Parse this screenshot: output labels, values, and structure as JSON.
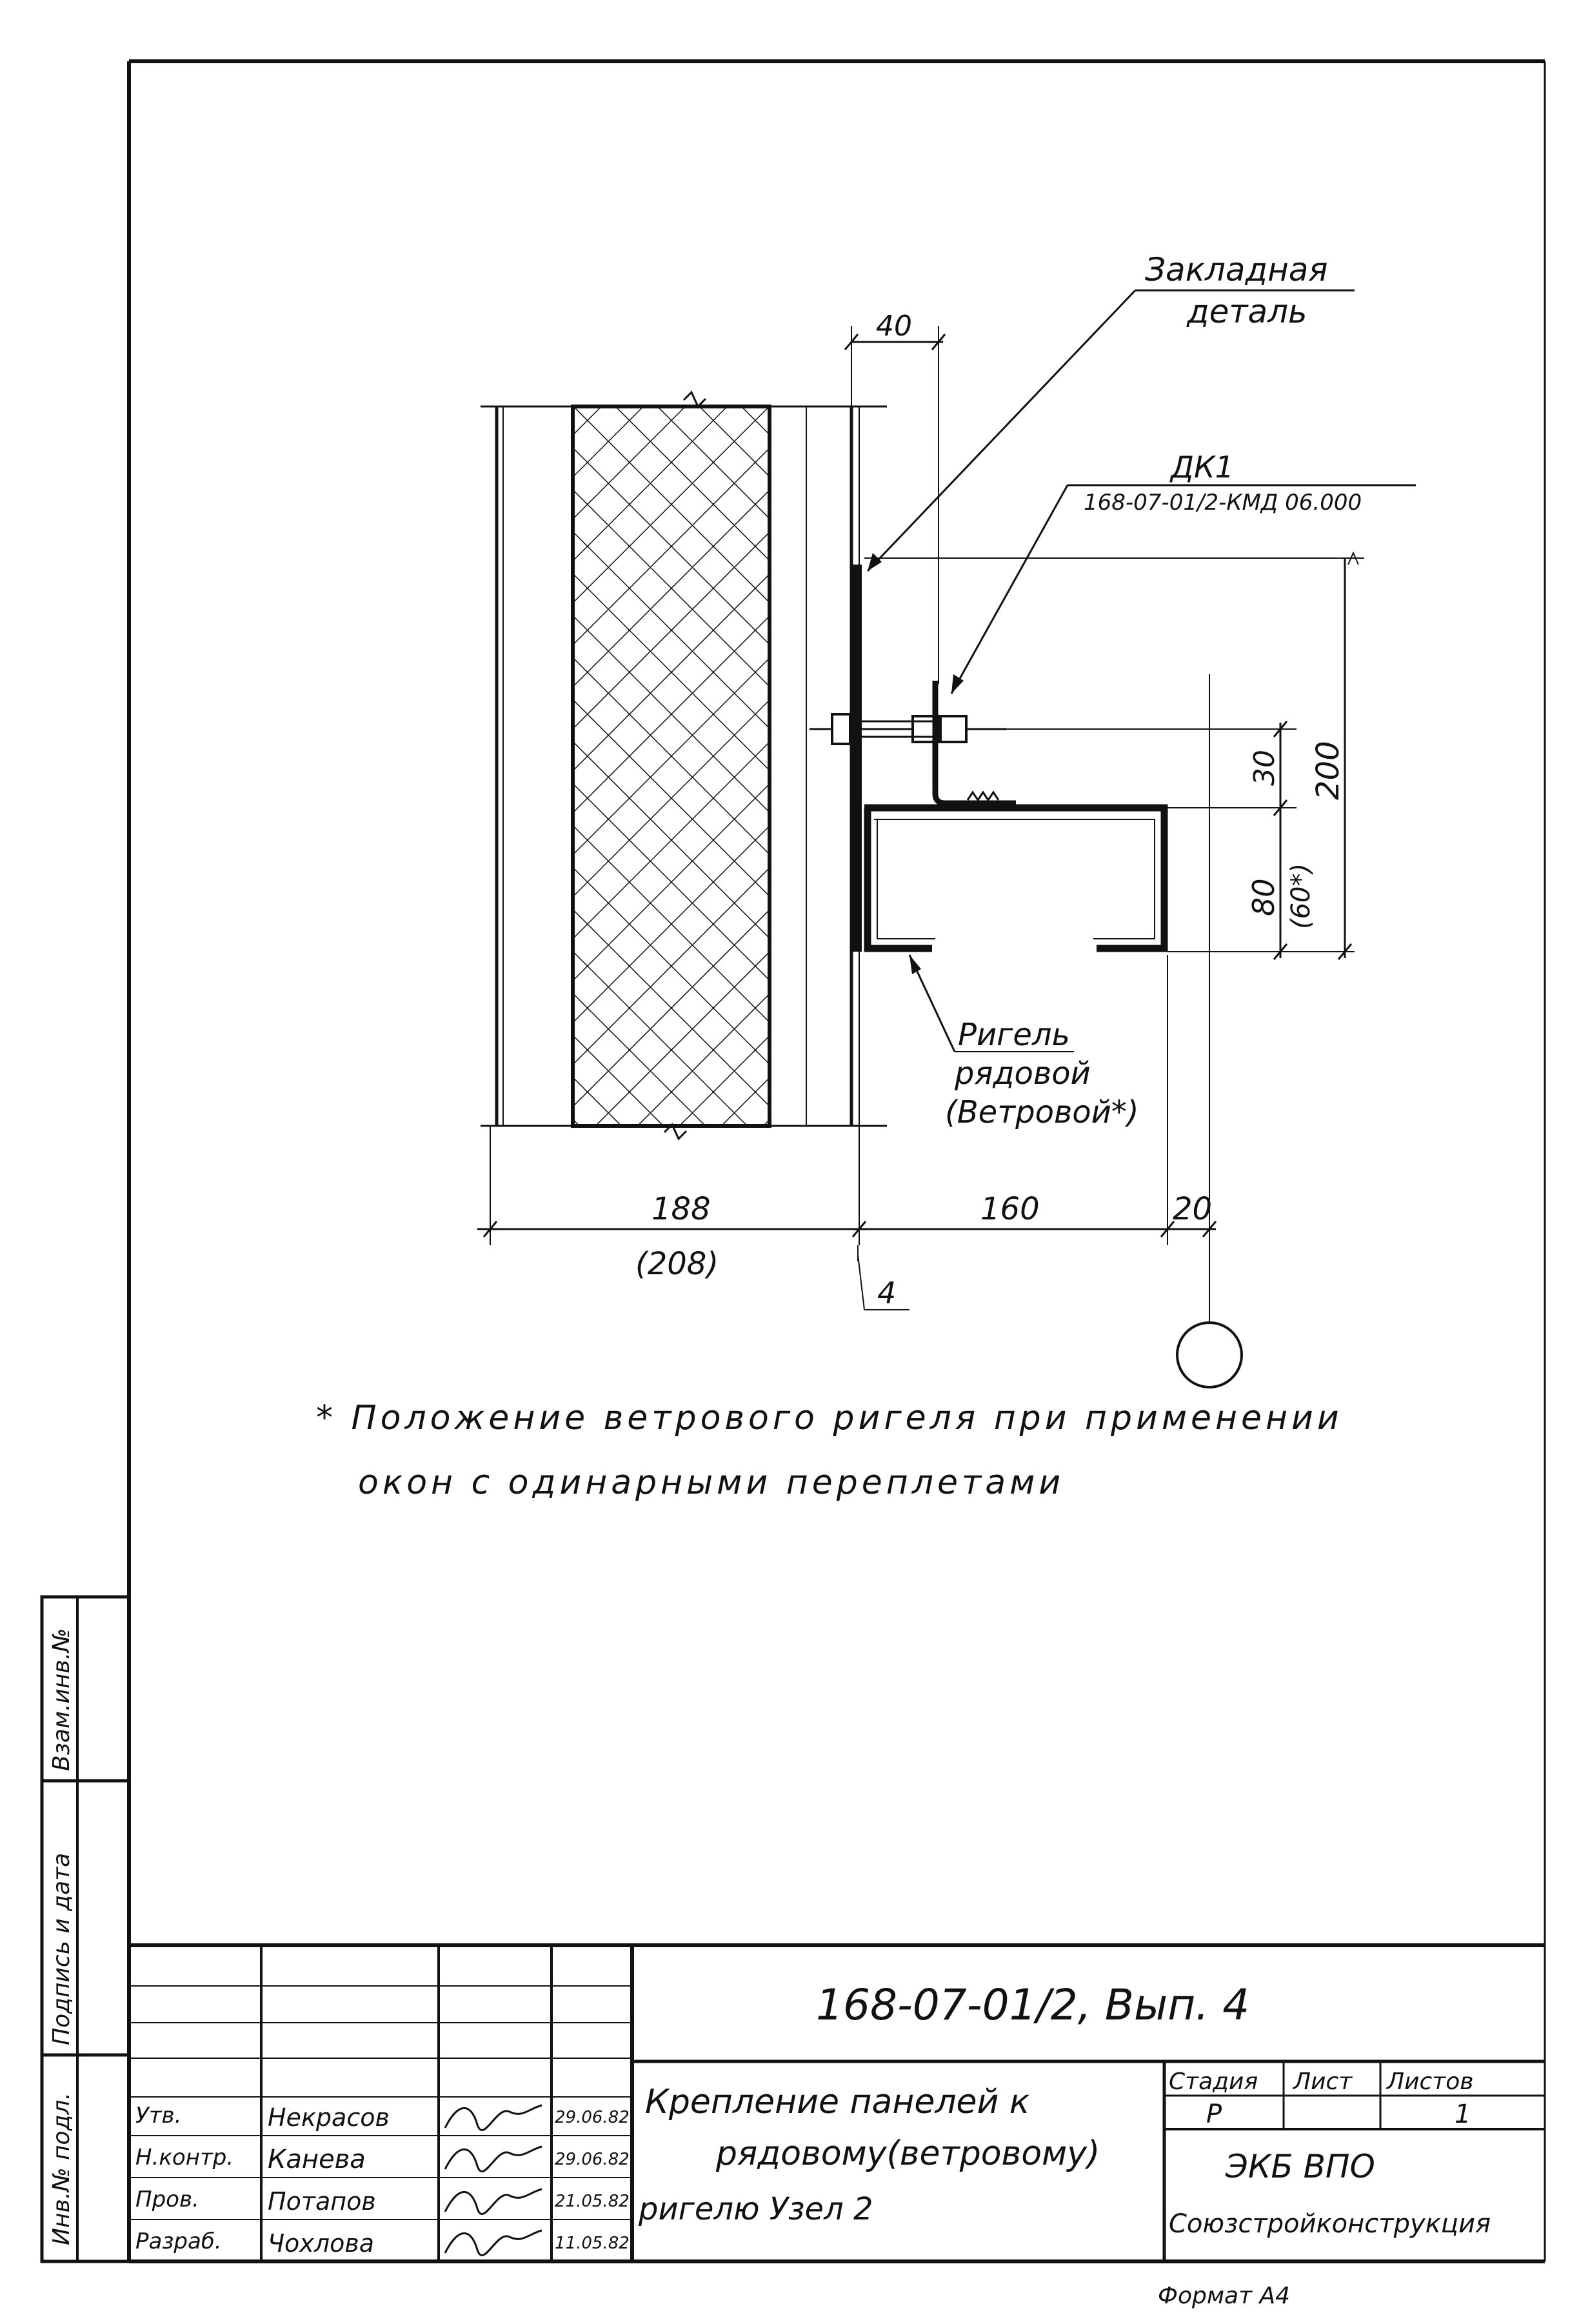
{
  "labels": {
    "embedded_part": [
      "Закладная",
      "деталь"
    ],
    "dk_mark": "ДК1",
    "dk_ref": "168-07-01/2-КМД 06.000",
    "rigel": [
      "Ригель",
      "рядовой",
      "(Ветровой*)"
    ],
    "axis_mark": "4"
  },
  "dimensions": {
    "d40": "40",
    "d30": "30",
    "d200": "200",
    "d80": "80",
    "d60": "(60*)",
    "d188": "188",
    "d208": "(208)",
    "d160": "160",
    "d20": "20"
  },
  "note": {
    "line1": "* Положение ветрового ригеля при применении",
    "line2": "окон с одинарными переплетами"
  },
  "side_stamp": {
    "inv_podl": "Инв.№ подл.",
    "podpis": "Подпись и дата",
    "vzam": "Взам.инв.№"
  },
  "title_block": {
    "doc_code": "168-07-01/2, Вып. 4",
    "title_lines": [
      "Крепление панелей к",
      "рядовому(ветровому)",
      "ригелю  Узел 2"
    ],
    "stage_header": "Стадия",
    "sheet_header": "Лист",
    "sheets_header": "Листов",
    "stage": "Р",
    "sheets": "1",
    "org1": "ЭКБ ВПО",
    "org2": "Союзстройконструкция",
    "rows": [
      {
        "role": "Утв.",
        "name": "Некрасов",
        "date": "29.06.82"
      },
      {
        "role": "Н.контр.",
        "name": "Канева",
        "date": "29.06.82"
      },
      {
        "role": "Пров.",
        "name": "Потапов",
        "date": "21.05.82"
      },
      {
        "role": "Разраб.",
        "name": "Чохлова",
        "date": "11.05.82"
      }
    ]
  },
  "format": "Формат А4"
}
